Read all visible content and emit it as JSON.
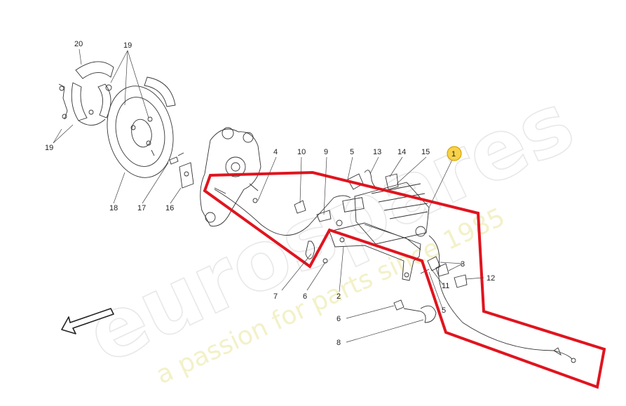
{
  "colors": {
    "highlight_outline": "#e0141e",
    "callout_fill": "#f7d24a",
    "callout_stroke": "#d9a400",
    "line": "#333333",
    "watermark": "#e8e8e8",
    "watermark_slogan": "#f3f1c8"
  },
  "watermark": {
    "brand": "eurospares",
    "slogan": "a passion for parts since 1985"
  },
  "callout": {
    "number": "1"
  },
  "labels": {
    "p20": "20",
    "p19_top": "19",
    "p19_left": "19",
    "p18": "18",
    "p17": "17",
    "p16": "16",
    "p4": "4",
    "p10": "10",
    "p9": "9",
    "p5_top": "5",
    "p13": "13",
    "p14": "14",
    "p15": "15",
    "p3": "3",
    "p12": "12",
    "p11": "11",
    "p5_bottom": "5",
    "p2": "2",
    "p7": "7",
    "p6_mid": "6",
    "p6_bottom": "6",
    "p8": "8"
  },
  "icons": {
    "direction": "direction-arrow-icon"
  }
}
